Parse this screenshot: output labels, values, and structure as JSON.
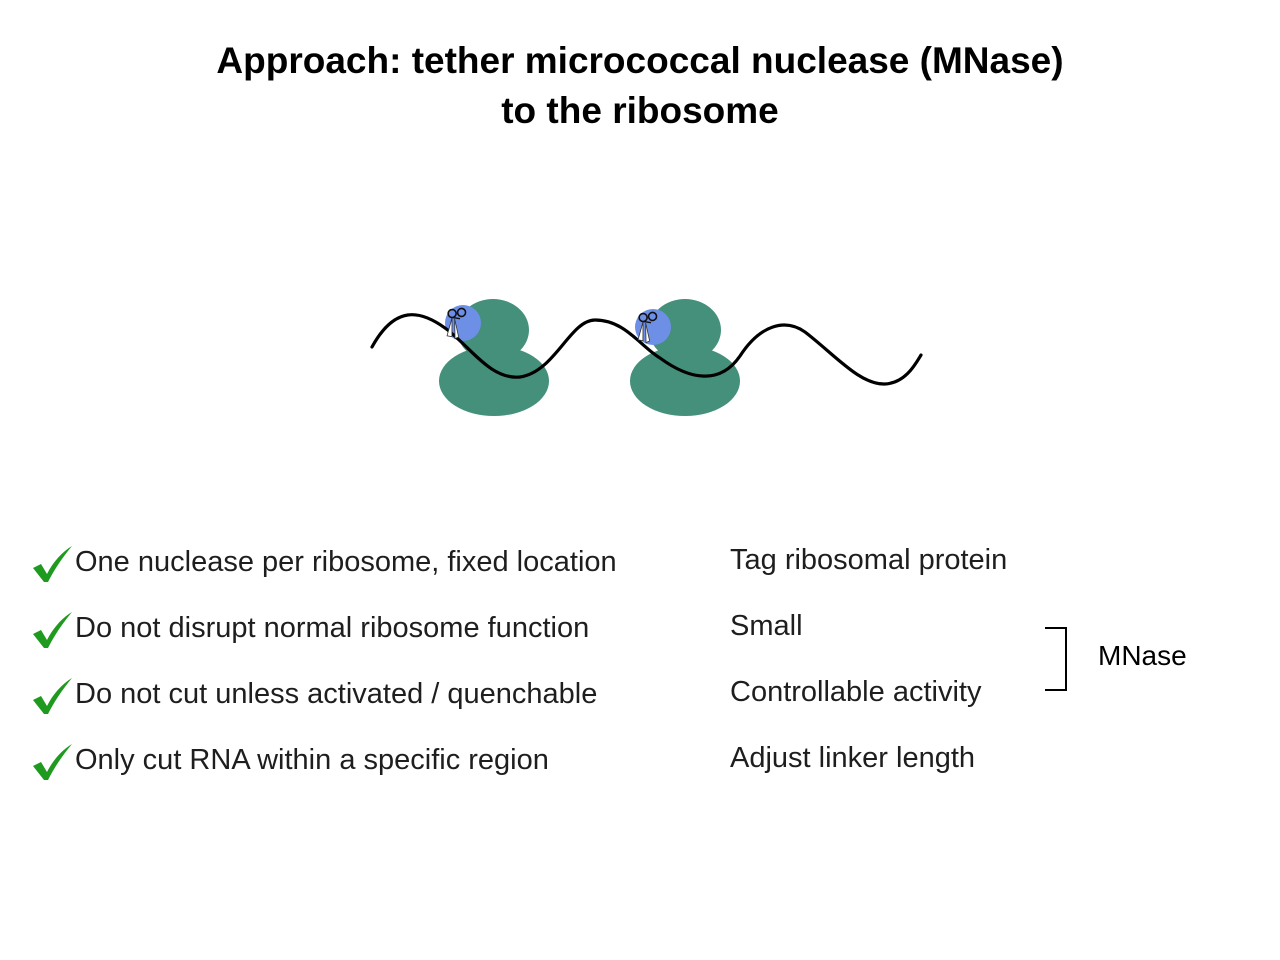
{
  "title": {
    "line1": "Approach: tether micrococcal nuclease (MNase)",
    "line2": "to the ribosome"
  },
  "diagram": {
    "ribosome_color": "#44907b",
    "mnase_color": "#6d8fe6",
    "mrna_color": "#000000",
    "ribosome_count": 2,
    "icons": [
      "ribosome-icon",
      "mnase-icon",
      "scissors-icon",
      "mrna-strand"
    ]
  },
  "requirements": [
    {
      "check": "✔",
      "text": "One nuclease per ribosome, fixed location",
      "solution": "Tag ribosomal protein"
    },
    {
      "check": "✔",
      "text": "Do not disrupt normal ribosome function",
      "solution": "Small"
    },
    {
      "check": "✔",
      "text": "Do not cut unless activated / quenchable",
      "solution": "Controllable activity"
    },
    {
      "check": "✔",
      "text": "Only cut RNA within a specific region",
      "solution": "Adjust linker length"
    }
  ],
  "check_color": "#1e9a1e",
  "bracket_label": "MNase"
}
